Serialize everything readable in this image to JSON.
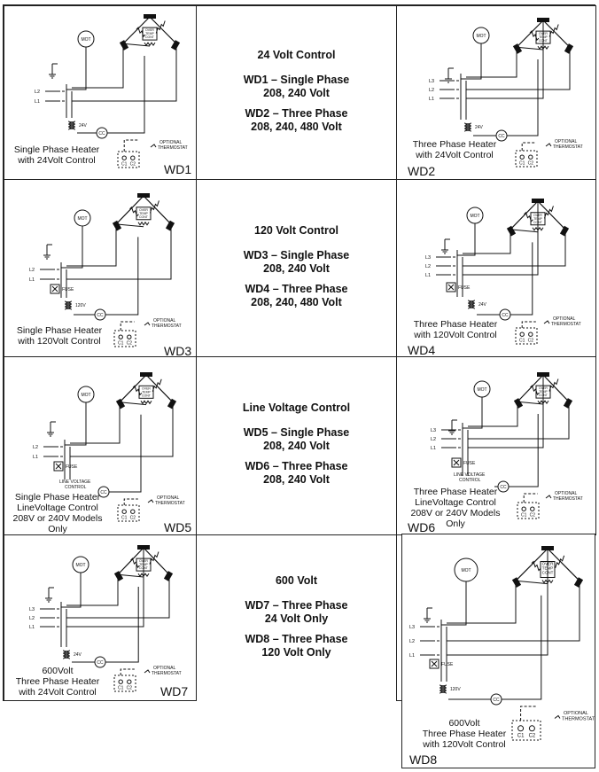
{
  "groups": [
    {
      "header": "24 Volt Control",
      "lines": [
        "WD1 – Single Phase",
        "208, 240 Volt",
        "WD2 – Three Phase",
        "208, 240, 480 Volt"
      ]
    },
    {
      "header": "120 Volt Control",
      "lines": [
        "WD3 – Single Phase",
        "208, 240 Volt",
        "WD4 – Three Phase",
        "208, 240, 480 Volt"
      ]
    },
    {
      "header": "Line Voltage Control",
      "lines": [
        "WD5 – Single Phase",
        "208, 240 Volt",
        "WD6 – Three Phase",
        "208, 240 Volt"
      ]
    },
    {
      "header": "600 Volt",
      "lines": [
        "WD7 – Three Phase",
        "24 Volt Only",
        "WD8 – Three Phase",
        "120 Volt Only"
      ]
    }
  ],
  "diagrams": {
    "wd1": {
      "id": "WD1",
      "caption": [
        "Single Phase Heater",
        "with 24Volt Control"
      ],
      "transformer": "24V"
    },
    "wd2": {
      "id": "WD2",
      "caption": [
        "Three Phase Heater",
        "with 24Volt Control"
      ],
      "transformer": "24V"
    },
    "wd3": {
      "id": "WD3",
      "caption": [
        "Single Phase Heater",
        "with 120Volt Control"
      ],
      "transformer": "120V"
    },
    "wd4": {
      "id": "WD4",
      "caption": [
        "Three Phase Heater",
        "with 120Volt Control"
      ],
      "transformer": "24V"
    },
    "wd5": {
      "id": "WD5",
      "caption": [
        "Single Phase Heater",
        "LineVoltage Control",
        "208V or 240V Models",
        "Only"
      ]
    },
    "wd6": {
      "id": "WD6",
      "caption": [
        "Three Phase Heater",
        "LineVoltage Control",
        "208V or 240V Models",
        "Only"
      ]
    },
    "wd7": {
      "id": "WD7",
      "caption": [
        "600Volt",
        "Three Phase Heater",
        "with 24Volt Control"
      ],
      "transformer": "24V"
    },
    "wd8": {
      "id": "WD8",
      "caption": [
        "600Volt",
        "Three Phase Heater",
        "with 120Volt Control"
      ],
      "transformer": "120V"
    }
  },
  "labels": {
    "mot": "MOT",
    "cc": "CC",
    "fuse": "FUSE",
    "optional": "OPTIONAL",
    "thermostat": "THERMOSTAT",
    "line_voltage": "LINE VOLTAGE",
    "control": "CONTROL",
    "l1": "L1",
    "l2": "L2",
    "l3": "L3",
    "c1": "C1",
    "c2": "C2",
    "over_temp": [
      "OVER",
      "TEMP",
      "CONT"
    ]
  }
}
